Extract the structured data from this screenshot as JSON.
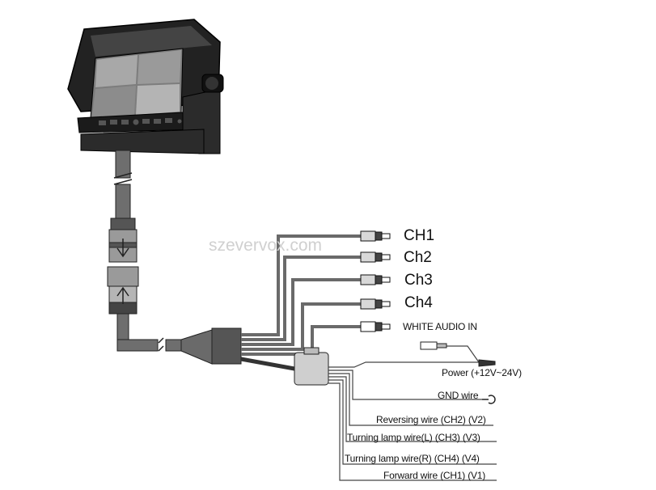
{
  "watermark": "szevervox.com",
  "channels": [
    "CH1",
    "Ch2",
    "Ch3",
    "Ch4"
  ],
  "audio_label": "WHITE AUDIO IN",
  "power_label": "Power (+12V~24V)",
  "gnd_label": "GND wire",
  "trigger_wires": [
    "Reversing wire (CH2) (V2)",
    "Turning lamp wire(L) (CH3) (V3)",
    "Turning lamp wire(R) (CH4) (V4)",
    "Forward wire (CH1) (V1)"
  ],
  "colors": {
    "audio_plug": "white",
    "cable": "#6e6e6e",
    "monitor": "#1c1c1c"
  }
}
